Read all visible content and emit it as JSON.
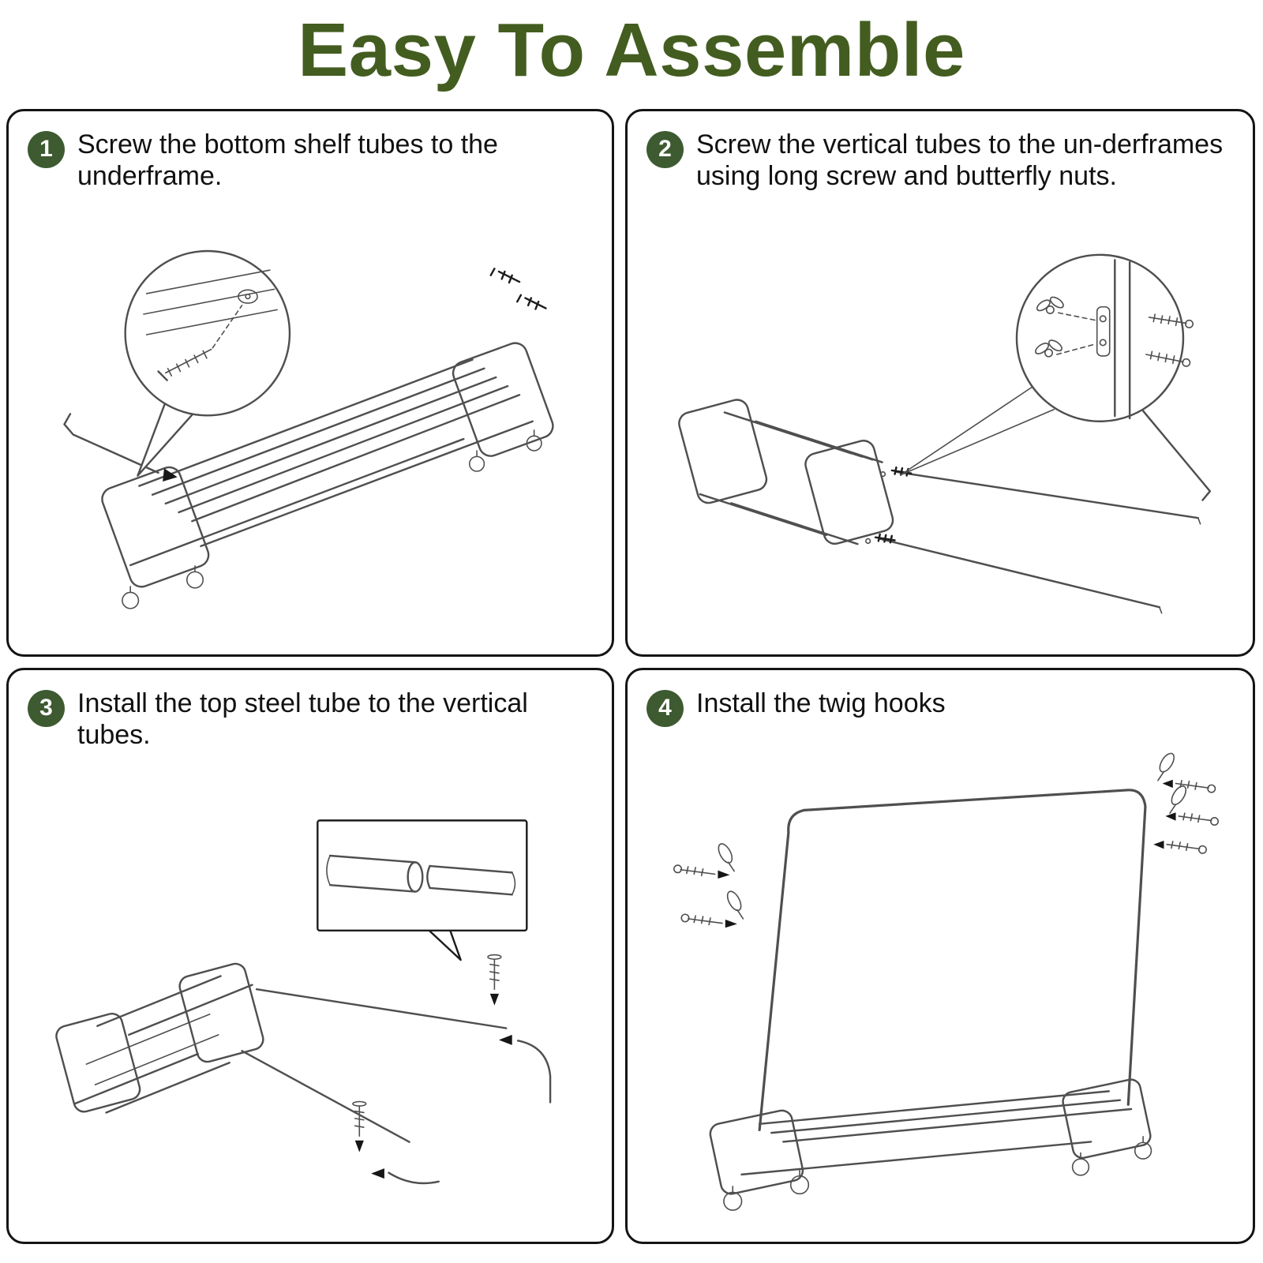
{
  "title": "Easy To Assemble",
  "colors": {
    "title": "#435d20",
    "badge": "#3d5a30",
    "line": "#4f4f4f",
    "panel_border": "#141414",
    "background": "#ffffff",
    "text": "#111111"
  },
  "steps": [
    {
      "number": "1",
      "text": "Screw the bottom shelf tubes to the underframe.",
      "illustration": "Underframe with casters, detached shelf tube, magnified circle showing a screw entering a hole"
    },
    {
      "number": "2",
      "text": "Screw the vertical tubes to the un-derframes using long screw and butterfly nuts.",
      "illustration": "Underframe on its side with two long vertical tubes, magnified circle showing butterfly nuts and long screws"
    },
    {
      "number": "3",
      "text": "Install the top steel tube to the vertical tubes.",
      "illustration": "Underframe with vertical tubes, magnified box showing top steel tube joint, screws and curved corner pieces"
    },
    {
      "number": "4",
      "text": "Install the twig hooks",
      "illustration": "Fully assembled garment rack with bottom shelf, casters, and twig hooks with screws at the top rail"
    }
  ]
}
